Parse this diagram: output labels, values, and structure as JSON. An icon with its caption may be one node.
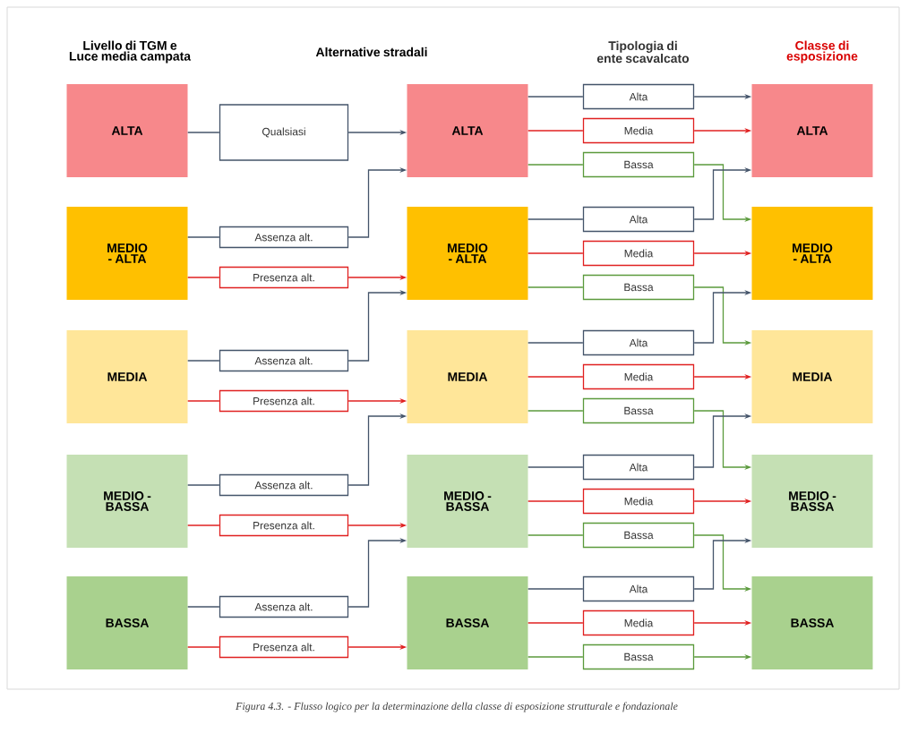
{
  "diagram": {
    "caption": "Figura 4.3. - Flusso logico per la determinazione della classe di esposizione strutturale e fondazionale",
    "labels": [
      "Livello di TGM e Luce media campata",
      "Alternative stradali",
      "Tipologia di ente scavalcato",
      "Classe di esposizione"
    ],
    "nodes": [
      {
        "text": [
          "ALTA"
        ]
      },
      {
        "text": [
          "MEDIO - ALTA"
        ]
      },
      {
        "text": [
          "MEDIA"
        ]
      },
      {
        "text": [
          "MEDIO - BASSA"
        ]
      },
      {
        "text": [
          "BASSA"
        ]
      },
      {
        "text": [
          "Qualsiasi"
        ]
      },
      {
        "text": [
          "Assenza alt."
        ]
      },
      {
        "text": [
          "Presenza alt."
        ]
      },
      {
        "text": [
          "Assenza alt."
        ]
      },
      {
        "text": [
          "Presenza alt."
        ]
      },
      {
        "text": [
          "Assenza alt."
        ]
      },
      {
        "text": [
          "Presenza alt."
        ]
      },
      {
        "text": [
          "Assenza alt."
        ]
      },
      {
        "text": [
          "Presenza alt."
        ]
      },
      {
        "text": [
          "ALTA"
        ]
      },
      {
        "text": [
          "MEDIO - ALTA"
        ]
      },
      {
        "text": [
          "MEDIA"
        ]
      },
      {
        "text": [
          "MEDIO - BASSA"
        ]
      },
      {
        "text": [
          "BASSA"
        ]
      },
      {
        "text": [
          "Alta"
        ]
      },
      {
        "text": [
          "Media"
        ]
      },
      {
        "text": [
          "Bassa"
        ]
      },
      {
        "text": [
          "Alta"
        ]
      },
      {
        "text": [
          "Media"
        ]
      },
      {
        "text": [
          "Bassa"
        ]
      },
      {
        "text": [
          "Alta"
        ]
      },
      {
        "text": [
          "Media"
        ]
      },
      {
        "text": [
          "Bassa"
        ]
      },
      {
        "text": [
          "Alta"
        ]
      },
      {
        "text": [
          "Media"
        ]
      },
      {
        "text": [
          "Bassa"
        ]
      },
      {
        "text": [
          "Alta"
        ]
      },
      {
        "text": [
          "Media"
        ]
      },
      {
        "text": [
          "Bassa"
        ]
      },
      {
        "text": [
          "ALTA"
        ]
      },
      {
        "text": [
          "MEDIO - ALTA"
        ]
      },
      {
        "text": [
          "MEDIA"
        ]
      },
      {
        "text": [
          "MEDIO - BASSA"
        ]
      },
      {
        "text": [
          "BASSA"
        ]
      }
    ],
    "edges": [
      {
        "from": 0,
        "to": 5,
        "arrow": "none"
      },
      {
        "from": 5,
        "to": 14,
        "arrow": "to"
      },
      {
        "from": 1,
        "to": 6,
        "arrow": "none"
      },
      {
        "from": 6,
        "to": 14,
        "arrow": "to"
      },
      {
        "from": 1,
        "to": 7,
        "arrow": "none",
        "color": "#e02020"
      },
      {
        "from": 7,
        "to": 15,
        "arrow": "to",
        "color": "#e02020"
      },
      {
        "from": 2,
        "to": 8,
        "arrow": "none"
      },
      {
        "from": 8,
        "to": 15,
        "arrow": "to"
      },
      {
        "from": 2,
        "to": 9,
        "arrow": "none",
        "color": "#e02020"
      },
      {
        "from": 9,
        "to": 16,
        "arrow": "to",
        "color": "#e02020"
      },
      {
        "from": 3,
        "to": 10,
        "arrow": "none"
      },
      {
        "from": 10,
        "to": 16,
        "arrow": "to"
      },
      {
        "from": 3,
        "to": 11,
        "arrow": "none",
        "color": "#e02020"
      },
      {
        "from": 11,
        "to": 17,
        "arrow": "to",
        "color": "#e02020"
      },
      {
        "from": 4,
        "to": 12,
        "arrow": "none"
      },
      {
        "from": 12,
        "to": 17,
        "arrow": "to"
      },
      {
        "from": 4,
        "to": 13,
        "arrow": "none",
        "color": "#e02020"
      },
      {
        "from": 13,
        "to": 18,
        "arrow": "to",
        "color": "#e02020"
      },
      {
        "from": 14,
        "to": 19,
        "arrow": "none"
      },
      {
        "from": 14,
        "to": 20,
        "arrow": "none",
        "color": "#e02020"
      },
      {
        "from": 14,
        "to": 21,
        "arrow": "none",
        "color": "#5b9a3c"
      },
      {
        "from": 15,
        "to": 22,
        "arrow": "none"
      },
      {
        "from": 15,
        "to": 23,
        "arrow": "none",
        "color": "#e02020"
      },
      {
        "from": 15,
        "to": 24,
        "arrow": "none",
        "color": "#5b9a3c"
      },
      {
        "from": 16,
        "to": 25,
        "arrow": "none"
      },
      {
        "from": 16,
        "to": 26,
        "arrow": "none",
        "color": "#e02020"
      },
      {
        "from": 16,
        "to": 27,
        "arrow": "none",
        "color": "#5b9a3c"
      },
      {
        "from": 17,
        "to": 28,
        "arrow": "none"
      },
      {
        "from": 17,
        "to": 29,
        "arrow": "none",
        "color": "#e02020"
      },
      {
        "from": 17,
        "to": 30,
        "arrow": "none",
        "color": "#5b9a3c"
      },
      {
        "from": 18,
        "to": 31,
        "arrow": "none"
      },
      {
        "from": 18,
        "to": 32,
        "arrow": "none",
        "color": "#e02020"
      },
      {
        "from": 18,
        "to": 33,
        "arrow": "none",
        "color": "#5b9a3c"
      },
      {
        "from": 19,
        "to": 34,
        "arrow": "to"
      },
      {
        "from": 20,
        "to": 34,
        "arrow": "to",
        "color": "#e02020"
      },
      {
        "from": 21,
        "to": 35,
        "arrow": "to",
        "color": "#5b9a3c"
      },
      {
        "from": 22,
        "to": 34,
        "arrow": "to"
      },
      {
        "from": 23,
        "to": 35,
        "arrow": "to",
        "color": "#e02020"
      },
      {
        "from": 24,
        "to": 36,
        "arrow": "to",
        "color": "#5b9a3c"
      },
      {
        "from": 25,
        "to": 35,
        "arrow": "to"
      },
      {
        "from": 26,
        "to": 36,
        "arrow": "to",
        "color": "#e02020"
      },
      {
        "from": 27,
        "to": 37,
        "arrow": "to",
        "color": "#5b9a3c"
      },
      {
        "from": 28,
        "to": 36,
        "arrow": "to"
      },
      {
        "from": 29,
        "to": 37,
        "arrow": "to",
        "color": "#e02020"
      },
      {
        "from": 30,
        "to": 38,
        "arrow": "to",
        "color": "#5b9a3c"
      },
      {
        "from": 31,
        "to": 37,
        "arrow": "to"
      },
      {
        "from": 32,
        "to": 38,
        "arrow": "to",
        "color": "#e02020"
      },
      {
        "from": 33,
        "to": 38,
        "arrow": "to",
        "color": "#5b9a3c"
      }
    ]
  }
}
